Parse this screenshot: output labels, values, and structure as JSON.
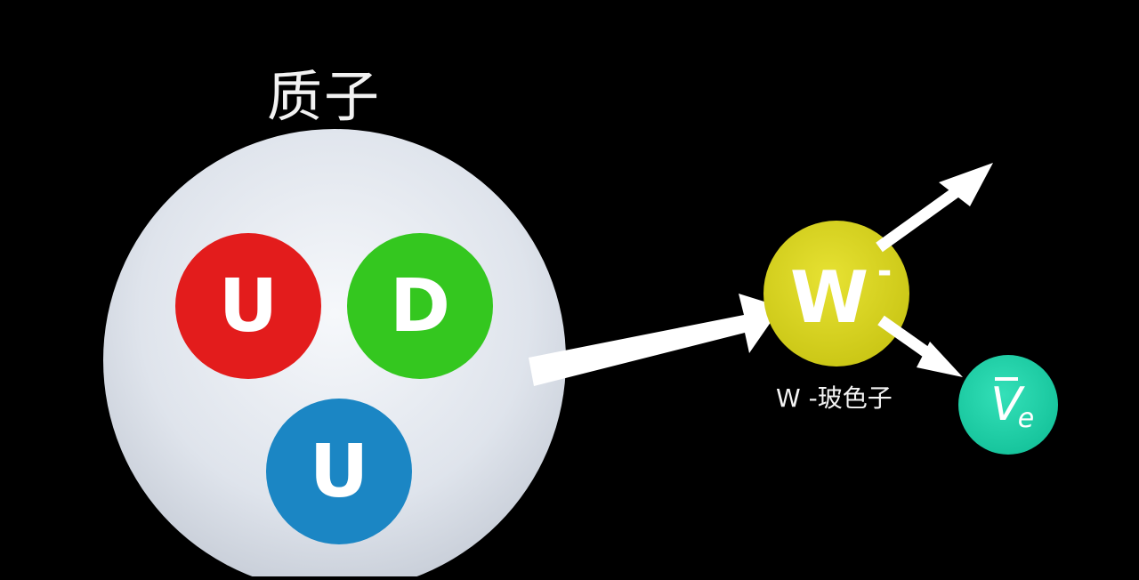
{
  "title": "质子",
  "quarks": [
    {
      "label": "U",
      "color": "#e41d1d"
    },
    {
      "label": "D",
      "color": "#33c81f"
    },
    {
      "label": "U",
      "color": "#1d87c4"
    }
  ],
  "w_boson": {
    "symbol": "W",
    "charge": "-",
    "label": "W -玻色子",
    "color": "#d6d21a"
  },
  "neutrino": {
    "symbol": "V",
    "subscript": "e",
    "color": "#1fd3a8"
  },
  "colors": {
    "background": "#000000",
    "proton": "#dfe5ee",
    "arrow": "#ffffff"
  }
}
